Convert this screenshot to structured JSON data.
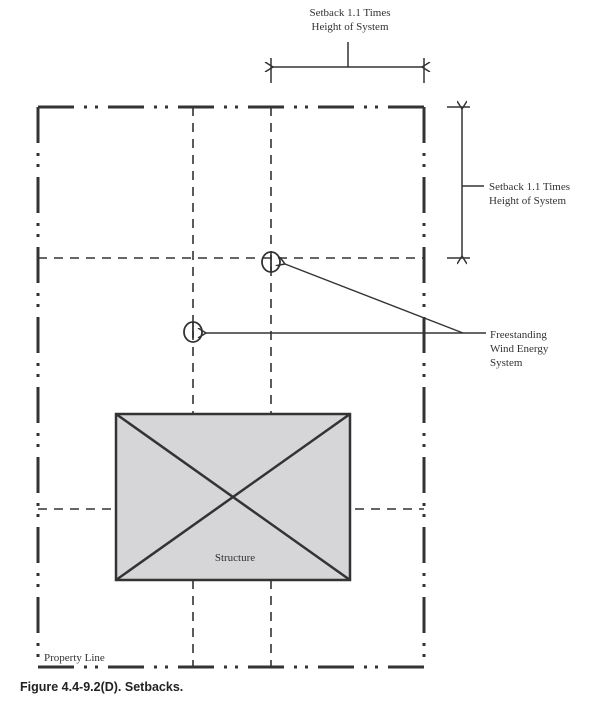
{
  "labels": {
    "top_setback_line1": "Setback 1.1 Times",
    "top_setback_line2": "Height of System",
    "right_setback_line1": "Setback 1.1 Times",
    "right_setback_line2": "Height of System",
    "wind_line1": "Freestanding",
    "wind_line2": "Wind Energy",
    "wind_line3": "System",
    "structure": "Structure",
    "property_line": "Property Line"
  },
  "caption": "Figure 4.4-9.2(D). Setbacks.",
  "colors": {
    "line": "#333333",
    "structure_fill": "#d6d6d8"
  }
}
